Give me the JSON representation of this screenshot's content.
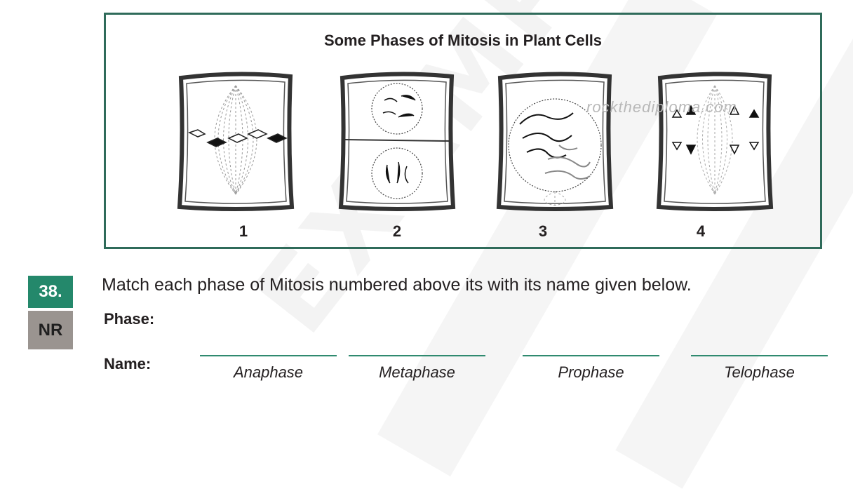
{
  "figure": {
    "title": "Some Phases of Mitosis in Plant Cells",
    "cell_numbers": [
      "1",
      "2",
      "3",
      "4"
    ],
    "site_mark": "rockthediploma.com"
  },
  "watermark": "EXAMPLE",
  "question": {
    "number": "38.",
    "type": "NR",
    "text": "Match each phase of Mitosis numbered above its with its name given below.",
    "phase_label": "Phase:",
    "name_label": "Name:",
    "names": [
      "Anaphase",
      "Metaphase",
      "Prophase",
      "Telophase"
    ]
  }
}
